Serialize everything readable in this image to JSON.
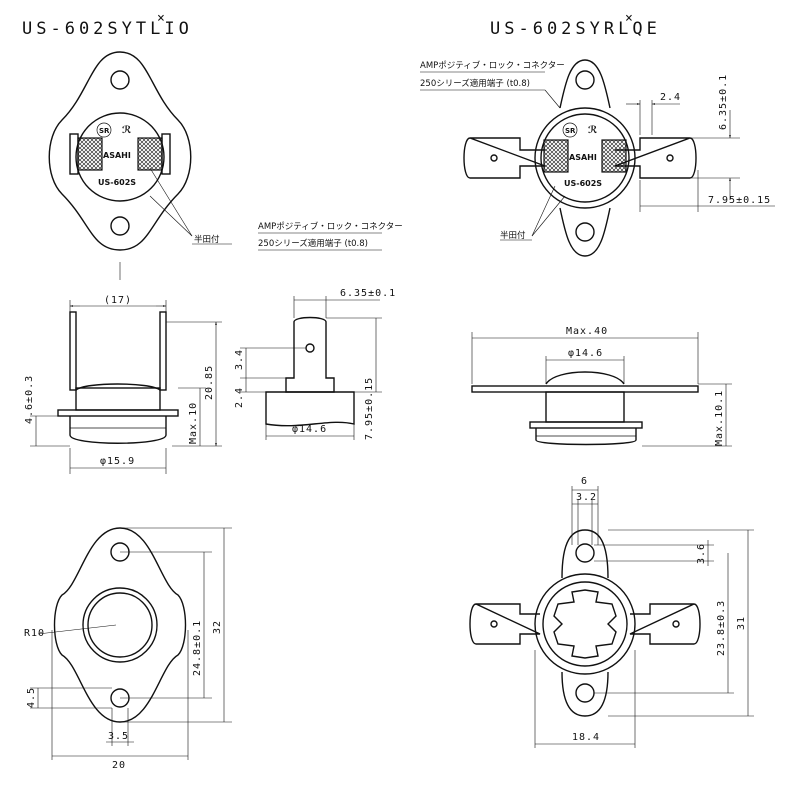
{
  "titles": {
    "left": "US-602SYTLIO",
    "right": "US-602SYRLQE",
    "mark": "×"
  },
  "notes": {
    "connector_line1": "AMPポジティブ・ロック・コネクター",
    "connector_line2": "250シリーズ適用端子 (t0.8)",
    "solder_left": "半田付",
    "solder_right": "半田付"
  },
  "body_marks": {
    "brand": "ASAHI",
    "model": "US-602S"
  },
  "dims_left": {
    "width17": "(17)",
    "h20_85": "20.85",
    "max10": "Max.10",
    "h4_6": "4.6±0.3",
    "dia15_9": "φ15.9",
    "t6_35": "6.35±0.1",
    "t3_4": "3.4",
    "t2_4": "2.4",
    "t7_95": "7.95±0.15",
    "dia14_6": "φ14.6",
    "r10": "R10",
    "h24_8": "24.8±0.1",
    "h32": "32",
    "h4_5": "4.5",
    "w3_5": "3.5",
    "w20": "20"
  },
  "dims_right": {
    "t2_4": "2.4",
    "t6_35": "6.35±0.1",
    "t7_95": "7.95±0.15",
    "max40": "Max.40",
    "dia14_6": "φ14.6",
    "max10": "Max.10.1",
    "w6": "6",
    "w3_2": "3.2",
    "h3_6": "3.6",
    "h23_8": "23.8±0.3",
    "h31": "31",
    "w18_4": "18.4"
  },
  "colors": {
    "line": "#111111",
    "background": "#ffffff"
  }
}
